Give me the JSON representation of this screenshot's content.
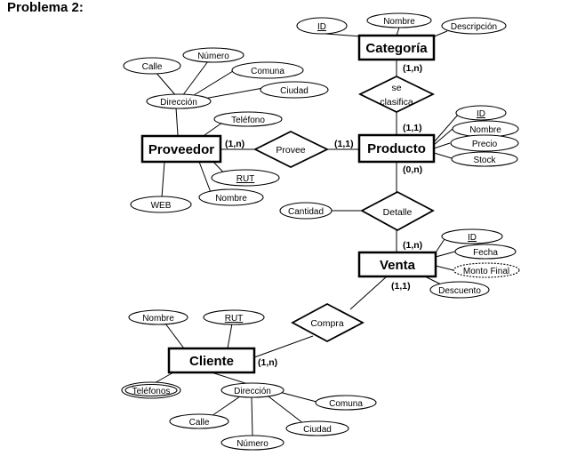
{
  "title": "Problema 2:",
  "entities": {
    "categoria": "Categoría",
    "proveedor": "Proveedor",
    "producto": "Producto",
    "venta": "Venta",
    "cliente": "Cliente"
  },
  "relationships": {
    "se_clasifica_line1": "se",
    "se_clasifica_line2": "clasifica",
    "provee": "Provee",
    "detalle": "Detalle",
    "compra": "Compra"
  },
  "attributes": {
    "categoria": {
      "id": "ID",
      "nombre": "Nombre",
      "descripcion": "Descripción"
    },
    "proveedor": {
      "direccion": "Dirección",
      "calle": "Calle",
      "numero": "Número",
      "comuna": "Comuna",
      "ciudad": "Ciudad",
      "telefono": "Teléfono",
      "rut": "RUT",
      "nombre": "Nombre",
      "web": "WEB"
    },
    "producto": {
      "id": "ID",
      "nombre": "Nombre",
      "precio": "Precio",
      "stock": "Stock"
    },
    "detalle": {
      "cantidad": "Cantidad"
    },
    "venta": {
      "id": "ID",
      "fecha": "Fecha",
      "monto_final": "Monto Final",
      "descuento": "Descuento"
    },
    "cliente": {
      "nombre": "Nombre",
      "rut": "RUT",
      "telefonos": "Teléfonos",
      "direccion": "Dirección",
      "calle": "Calle",
      "numero": "Número",
      "comuna": "Comuna",
      "ciudad": "Ciudad"
    }
  },
  "cardinalities": {
    "categoria_clasifica": "(1,n)",
    "producto_clasifica": "(1,1)",
    "proveedor_provee": "(1,n)",
    "producto_provee": "(1,1)",
    "producto_detalle": "(0,n)",
    "venta_detalle": "(1,n)",
    "venta_compra": "(1,1)",
    "cliente_compra": "(1,n)"
  }
}
